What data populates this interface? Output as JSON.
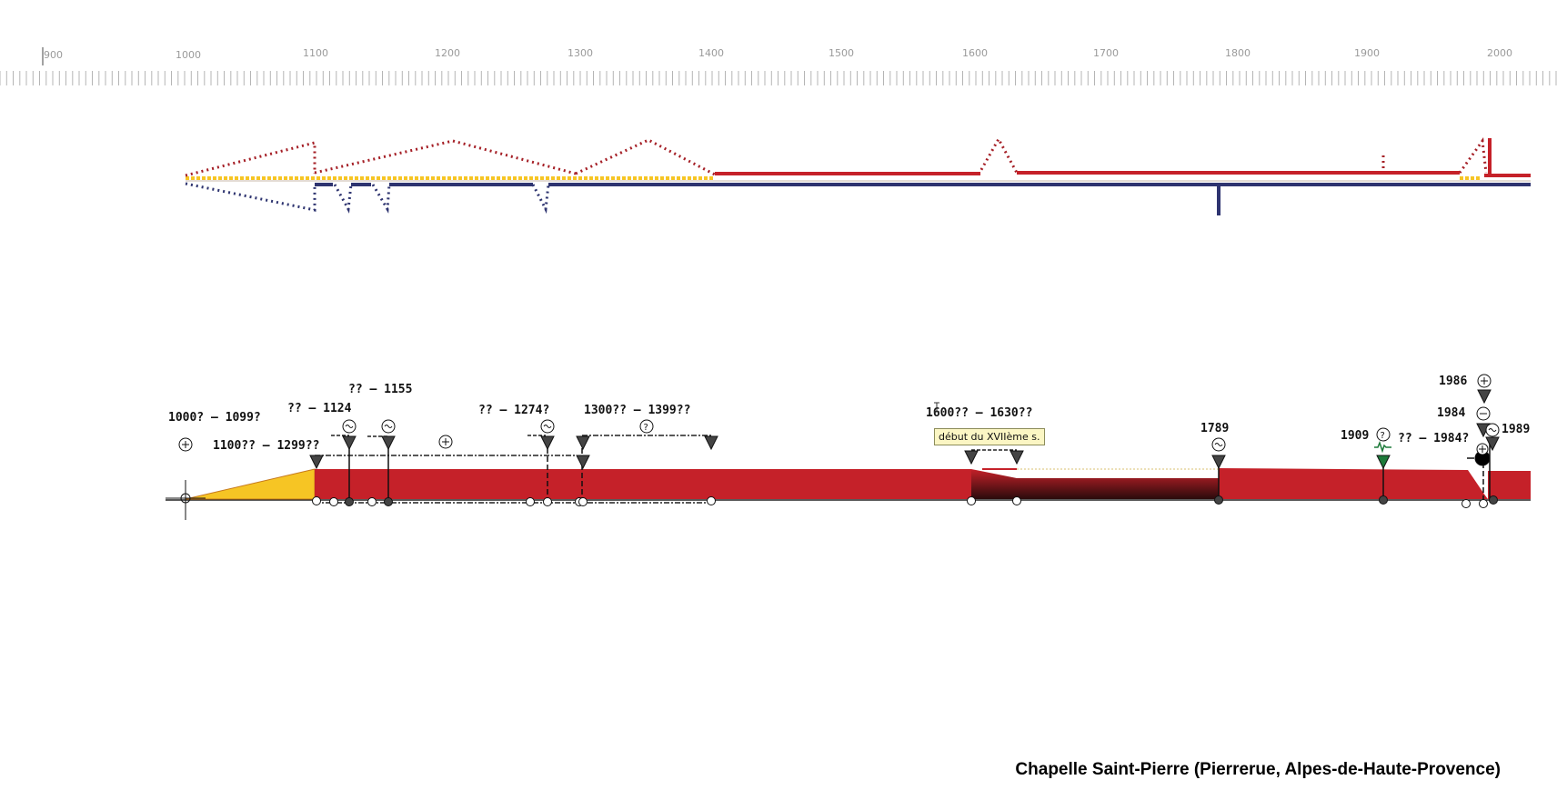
{
  "title": "Chapelle Saint-Pierre  (Pierrerue, Alpes-de-Haute-Provence)",
  "tooltip": "début du XVIIème s.",
  "colors": {
    "red": "#c52129",
    "red_dark": "#a51f26",
    "yellow": "#f6c524",
    "navy": "#2e3470",
    "grey_marker": "#444444",
    "green_marker": "#1d7a3a"
  },
  "axis": {
    "ticks": [
      "900",
      "1000",
      "1100",
      "1200",
      "1300",
      "1400",
      "1500",
      "1600",
      "1700",
      "1800",
      "1900",
      "2000"
    ]
  },
  "phases": [
    {
      "label": "1000? – 1099?",
      "start": 1000,
      "end": 1099,
      "icon": "plus-circle-icon"
    },
    {
      "label": "1100?? – 1299??",
      "start": 1100,
      "end": 1299,
      "icon": "plus-circle-icon"
    },
    {
      "label": "?? – 1124",
      "start": 1100,
      "end": 1124,
      "icon": "tilde-circle-icon"
    },
    {
      "label": "?? – 1155",
      "start": 1110,
      "end": 1155,
      "icon": "tilde-circle-icon"
    },
    {
      "label": "?? – 1274?",
      "start": 1250,
      "end": 1274,
      "icon": "tilde-circle-icon"
    },
    {
      "label": "1300?? – 1399??",
      "start": 1300,
      "end": 1399,
      "icon": "question-circle-icon"
    },
    {
      "label": "1600?? – 1630??",
      "start": 1600,
      "end": 1630,
      "icon": ""
    },
    {
      "label": "1789",
      "start": 1789,
      "end": 1789,
      "icon": "tilde-circle-icon"
    },
    {
      "label": "1909",
      "start": 1909,
      "end": 1909,
      "icon": "question-circle-icon"
    },
    {
      "label": "?? – 1984?",
      "start": 1970,
      "end": 1984,
      "icon": "plus-circle-icon"
    },
    {
      "label": "1984",
      "start": 1984,
      "end": 1984,
      "icon": "minus-circle-icon"
    },
    {
      "label": "1986",
      "start": 1986,
      "end": 1986,
      "icon": "plus-circle-icon"
    },
    {
      "label": "1989",
      "start": 1989,
      "end": 1989,
      "icon": "tilde-circle-icon"
    }
  ]
}
